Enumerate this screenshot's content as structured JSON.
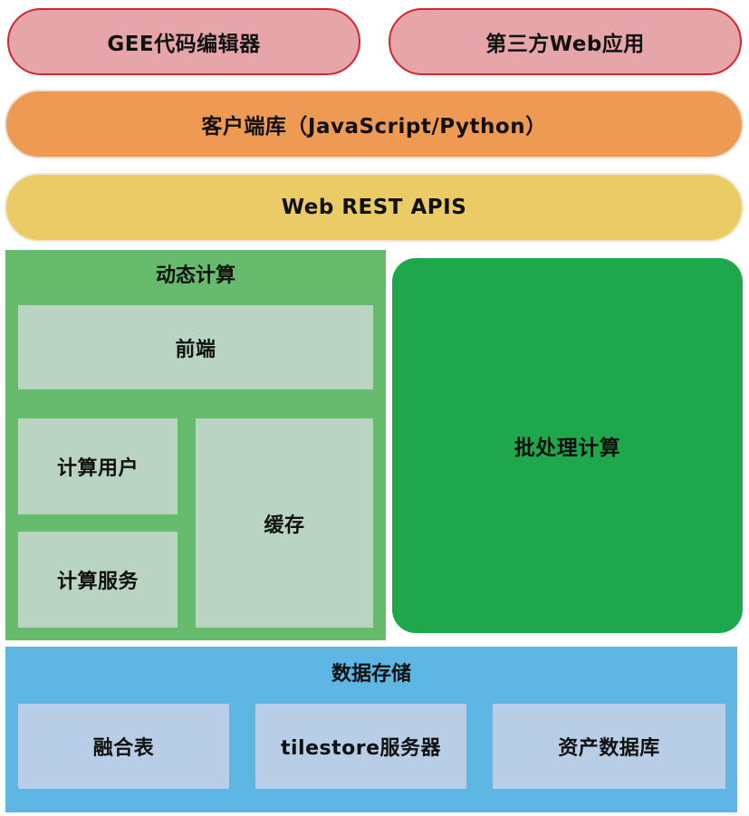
{
  "top_row": {
    "gee_editor": "GEE代码编辑器",
    "third_party": "第三方Web应用"
  },
  "client_lib": "客户端库（JavaScript/Python）",
  "rest_api": "Web REST APIS",
  "dynamic": {
    "title": "动态计算",
    "frontend": "前端",
    "compute_user": "计算用户",
    "compute_service": "计算服务",
    "cache": "缓存"
  },
  "batch": "批处理计算",
  "storage": {
    "title": "数据存储",
    "fusion_table": "融合表",
    "tilestore": "tilestore服务器",
    "asset_db": "资产数据库"
  },
  "colors": {
    "red_fill": "#e6a6a9",
    "red_border": "#d3262c",
    "orange": "#ee9a53",
    "yellow": "#ebcb66",
    "green_panel": "#67bb6c",
    "green_inner": "#b9d4c1",
    "batch_green": "#1ea84b",
    "blue_panel": "#5eb6e4",
    "blue_inner": "#b8cde6"
  }
}
